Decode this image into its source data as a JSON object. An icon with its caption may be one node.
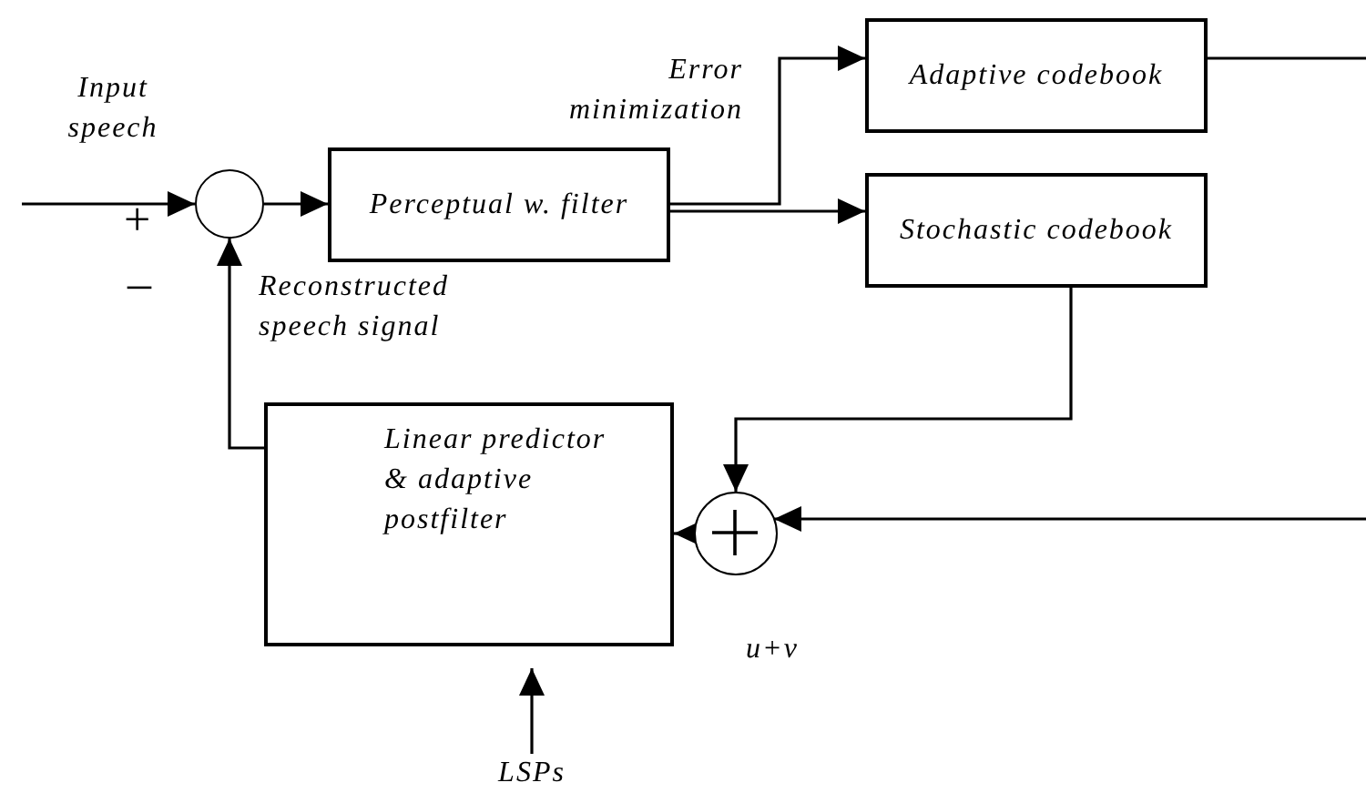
{
  "diagram": {
    "nodes": [
      {
        "text": [],
        "shape": "circle"
      },
      {
        "text": [
          "Perceptual w. filter"
        ]
      },
      {
        "text": [
          "Adaptive codebook"
        ]
      },
      {
        "text": [
          "Stochastic codebook"
        ]
      },
      {
        "text": [
          "Linear predictor & adaptive postfilter"
        ]
      },
      {
        "text": [],
        "shape": "circle",
        "beside": [
          "u+v"
        ]
      },
      {
        "text": [
          "LSPs"
        ]
      }
    ],
    "edges": [
      {
        "from": null,
        "to": 0,
        "arrow": "to"
      },
      {
        "from": 0,
        "to": 1,
        "arrow": "to"
      },
      {
        "from": 1,
        "to": 2,
        "arrow": "to"
      },
      {
        "from": 1,
        "to": 3,
        "arrow": "to"
      },
      {
        "from": 2,
        "to": null,
        "arrow": "none"
      },
      {
        "from": 3,
        "to": 5,
        "arrow": "to"
      },
      {
        "from": null,
        "to": 5,
        "arrow": "to"
      },
      {
        "from": 5,
        "to": 4,
        "arrow": "to"
      },
      {
        "from": 4,
        "to": 0,
        "arrow": "to"
      },
      {
        "from": 6,
        "to": 4,
        "arrow": "to"
      }
    ],
    "labels": [
      "Input speech",
      "Error minimization",
      "+",
      "–",
      "Reconstructed speech signal"
    ]
  }
}
